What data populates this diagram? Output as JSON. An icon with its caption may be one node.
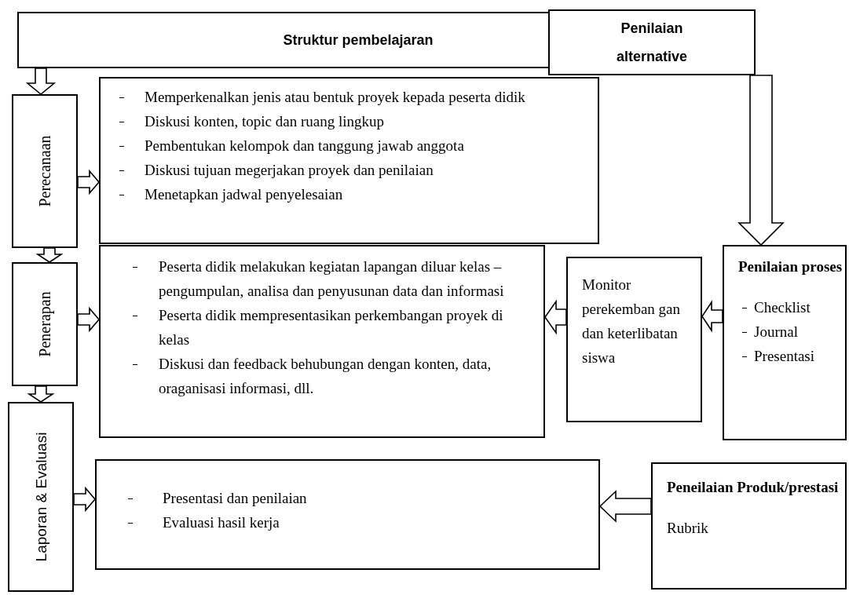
{
  "diagram": {
    "nodes": [
      {
        "text": [
          "Struktur pembelajaran"
        ]
      },
      {
        "text": [
          "Penilaian alternative"
        ]
      },
      {
        "text": [
          "Perecanaan"
        ]
      },
      {
        "text": [
          "Memperkenalkan jenis atau bentuk proyek kepada peserta didik",
          "Diskusi konten, topic dan ruang lingkup",
          "Pembentukan kelompok dan tanggung jawab anggota",
          "Diskusi tujuan megerjakan proyek dan penilaian",
          "Menetapkan jadwal penyelesaian"
        ]
      },
      {
        "text": [
          "Penerapan"
        ]
      },
      {
        "text": [
          "Peserta didik melakukan kegiatan lapangan diluar kelas – pengumpulan, analisa dan penyusunan data dan informasi",
          "Peserta didik mempresentasikan perkembangan proyek di kelas",
          "Diskusi dan feedback behubungan dengan konten, data, oraganisasi informasi, dll."
        ]
      },
      {
        "text": [
          "Monitor perekemban gan dan keterlibatan siswa"
        ]
      },
      {
        "text": [
          "Penilaian proses",
          "Checklist",
          "Journal",
          "Presentasi"
        ]
      },
      {
        "text": [
          "Laporan & Evaluasi"
        ]
      },
      {
        "text": [
          "Presentasi dan penilaian",
          "Evaluasi hasil kerja"
        ]
      },
      {
        "text": [
          "Peneilaian Produk/prestasi",
          "Rubrik"
        ]
      }
    ],
    "edges": [
      {
        "from": 0,
        "to": 2,
        "arrow": "to"
      },
      {
        "from": 2,
        "to": 3,
        "arrow": "to"
      },
      {
        "from": 2,
        "to": 4,
        "arrow": "to"
      },
      {
        "from": 4,
        "to": 5,
        "arrow": "to"
      },
      {
        "from": 4,
        "to": 8,
        "arrow": "to"
      },
      {
        "from": 8,
        "to": 9,
        "arrow": "to"
      },
      {
        "from": 1,
        "to": 7,
        "arrow": "to"
      },
      {
        "from": 7,
        "to": 6,
        "arrow": "to"
      },
      {
        "from": 6,
        "to": 5,
        "arrow": "to"
      },
      {
        "from": 10,
        "to": 9,
        "arrow": "to"
      }
    ]
  }
}
